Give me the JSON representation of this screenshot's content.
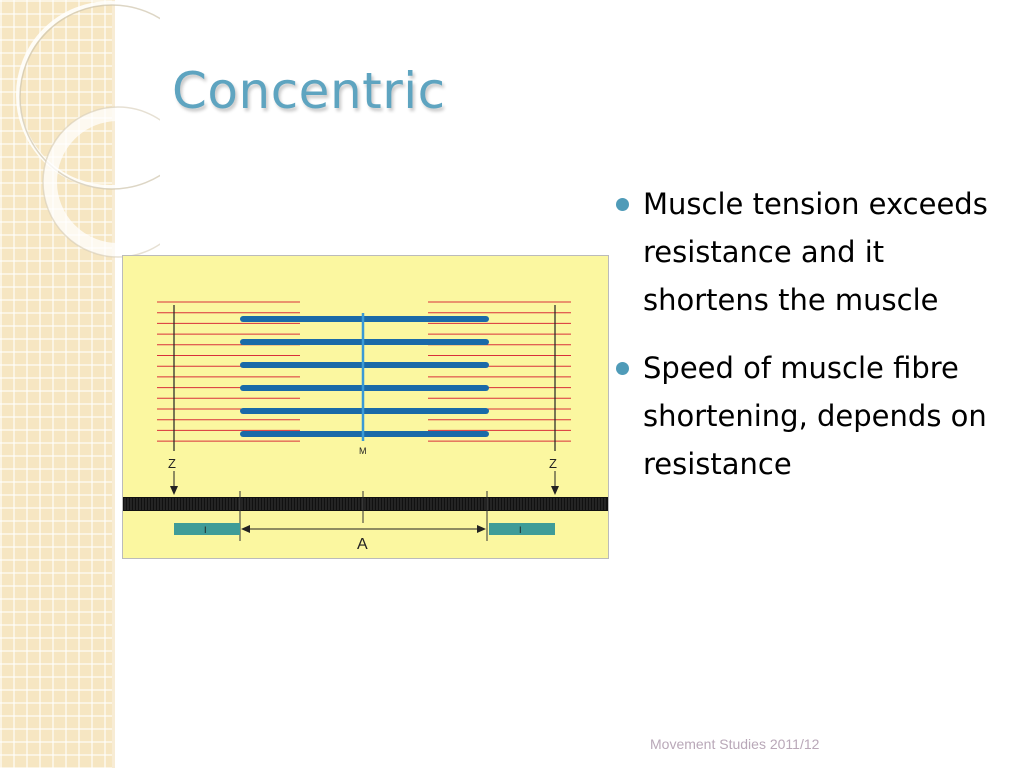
{
  "slide": {
    "title": "Concentric",
    "bullets": [
      "Muscle tension exceeds resistance and it shortens the muscle",
      "Speed of muscle fibre shortening, depends on resistance"
    ],
    "footer": "Movement Studies 2011/12"
  },
  "diagram": {
    "labels": {
      "z_left": "Z",
      "z_right": "Z",
      "m_line": "M",
      "i_band_left": "I",
      "i_band_right": "I",
      "a_band": "A"
    }
  },
  "colors": {
    "accent": "#5ea4c0",
    "bullet": "#4f9bb8",
    "panel": "#f6e6c2",
    "diagram_bg": "#fbf7a0",
    "actin": "#d9303a",
    "myosin": "#1a6aa8",
    "i_band": "#3f9c98"
  }
}
